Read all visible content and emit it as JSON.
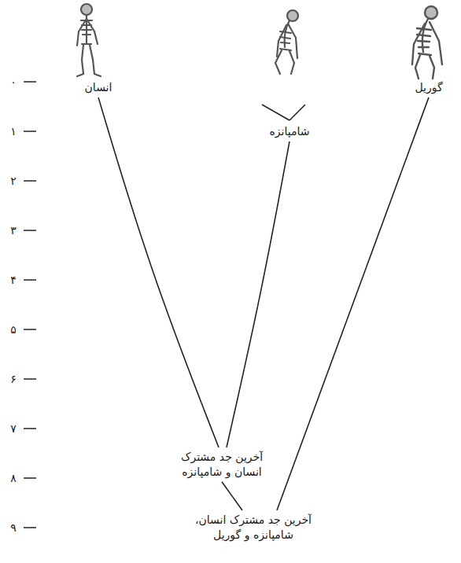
{
  "diagram": {
    "nodes": [
      {
        "text": [
          "انسان"
        ]
      },
      {
        "text": [
          "شامپانزه"
        ]
      },
      {
        "text": [
          "گوریل"
        ]
      },
      {
        "text": [
          "آخرین جد مشترک انسان و شامپانزه"
        ]
      },
      {
        "text": [
          "آخرین جد مشترک انسان، شامپانزه و گوریل"
        ]
      }
    ],
    "edges": [
      {
        "from": 4,
        "to": 3,
        "arrow": "none"
      },
      {
        "from": 4,
        "to": 2,
        "arrow": "none"
      },
      {
        "from": 3,
        "to": 0,
        "arrow": "none"
      },
      {
        "from": 3,
        "to": 1,
        "arrow": "none"
      }
    ],
    "labels": [
      "۰",
      "۱",
      "۲",
      "۳",
      "۴",
      "۵",
      "۶",
      "۷",
      "۸",
      "۹"
    ]
  }
}
